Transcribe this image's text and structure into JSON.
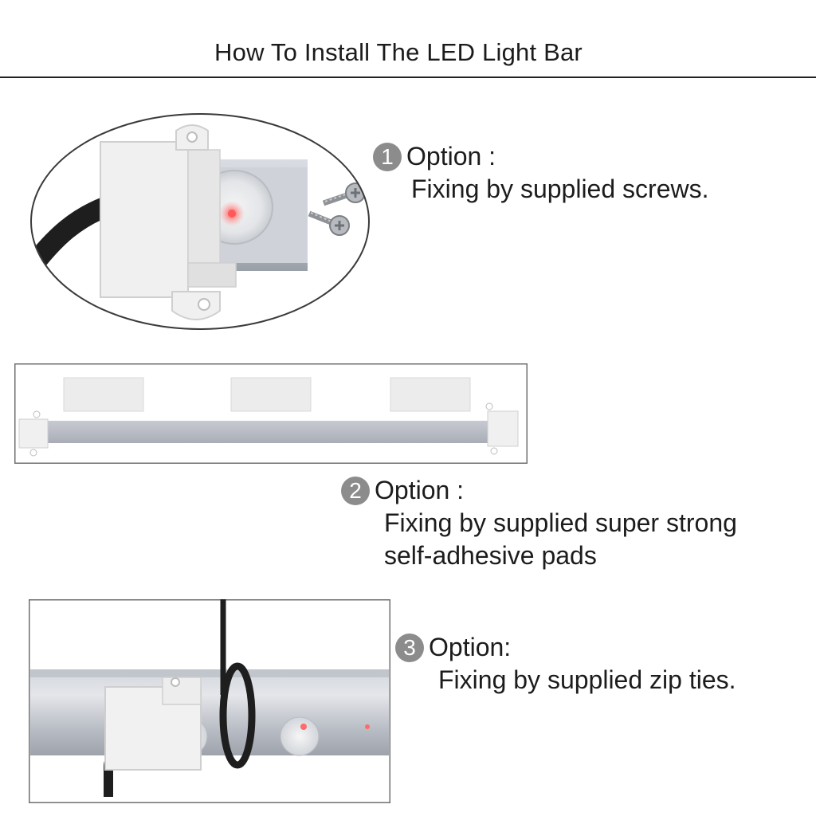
{
  "title": "How To Install The LED Light Bar",
  "options": [
    {
      "number": "1",
      "heading": "Option :",
      "lines": [
        "Fixing by supplied screws."
      ]
    },
    {
      "number": "2",
      "heading": "Option :",
      "lines": [
        "Fixing by supplied super strong",
        "self-adhesive pads"
      ]
    },
    {
      "number": "3",
      "heading": "Option:",
      "lines": [
        "Fixing by supplied zip ties."
      ]
    }
  ],
  "colors": {
    "badge": "#8c8c8c",
    "rule": "#222222",
    "frame": "#6f6f6f",
    "bar": "#b9bcc4",
    "housing": "#eeeeee",
    "cable": "#1e1e1e"
  }
}
